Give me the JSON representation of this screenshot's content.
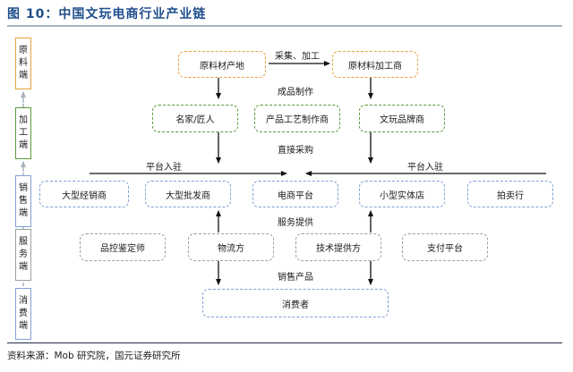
{
  "title": "图 10：中国文玩电商行业产业链",
  "source": "资料来源：Mob 研究院，国元证券研究所",
  "side_labels": [
    {
      "text": "原料端",
      "color": "#e8a23a"
    },
    {
      "text": "加工端",
      "color": "#5a9a3c"
    },
    {
      "text": "销售端",
      "color": "#7f9fd6"
    },
    {
      "text": "服务端",
      "color": "#9aa0a6"
    },
    {
      "text": "消费端",
      "color": "#7f9fd6"
    }
  ],
  "raw": {
    "material_origin": "原料材产地",
    "material_processor": "原材料加工商"
  },
  "processing": {
    "master": "名家/匠人",
    "craft_maker": "产品工艺制作商",
    "brand": "文玩品牌商"
  },
  "sales": {
    "large_distributor": "大型经销商",
    "large_wholesaler": "大型批发商",
    "ecommerce": "电商平台",
    "small_store": "小型实体店",
    "auction": "拍卖行"
  },
  "service": {
    "quality_inspector": "品控鉴定师",
    "logistics": "物流方",
    "tech_provider": "技术提供方",
    "payment": "支付平台"
  },
  "consumer": {
    "consumer": "消费者"
  },
  "flow_labels": {
    "collect_process": "采集、加工",
    "finished_product": "成品制作",
    "direct_purchase": "直接采购",
    "platform_entry_left": "平台入驻",
    "platform_entry_right": "平台入驻",
    "service_provision": "服务提供",
    "sell_products": "销售产品"
  }
}
